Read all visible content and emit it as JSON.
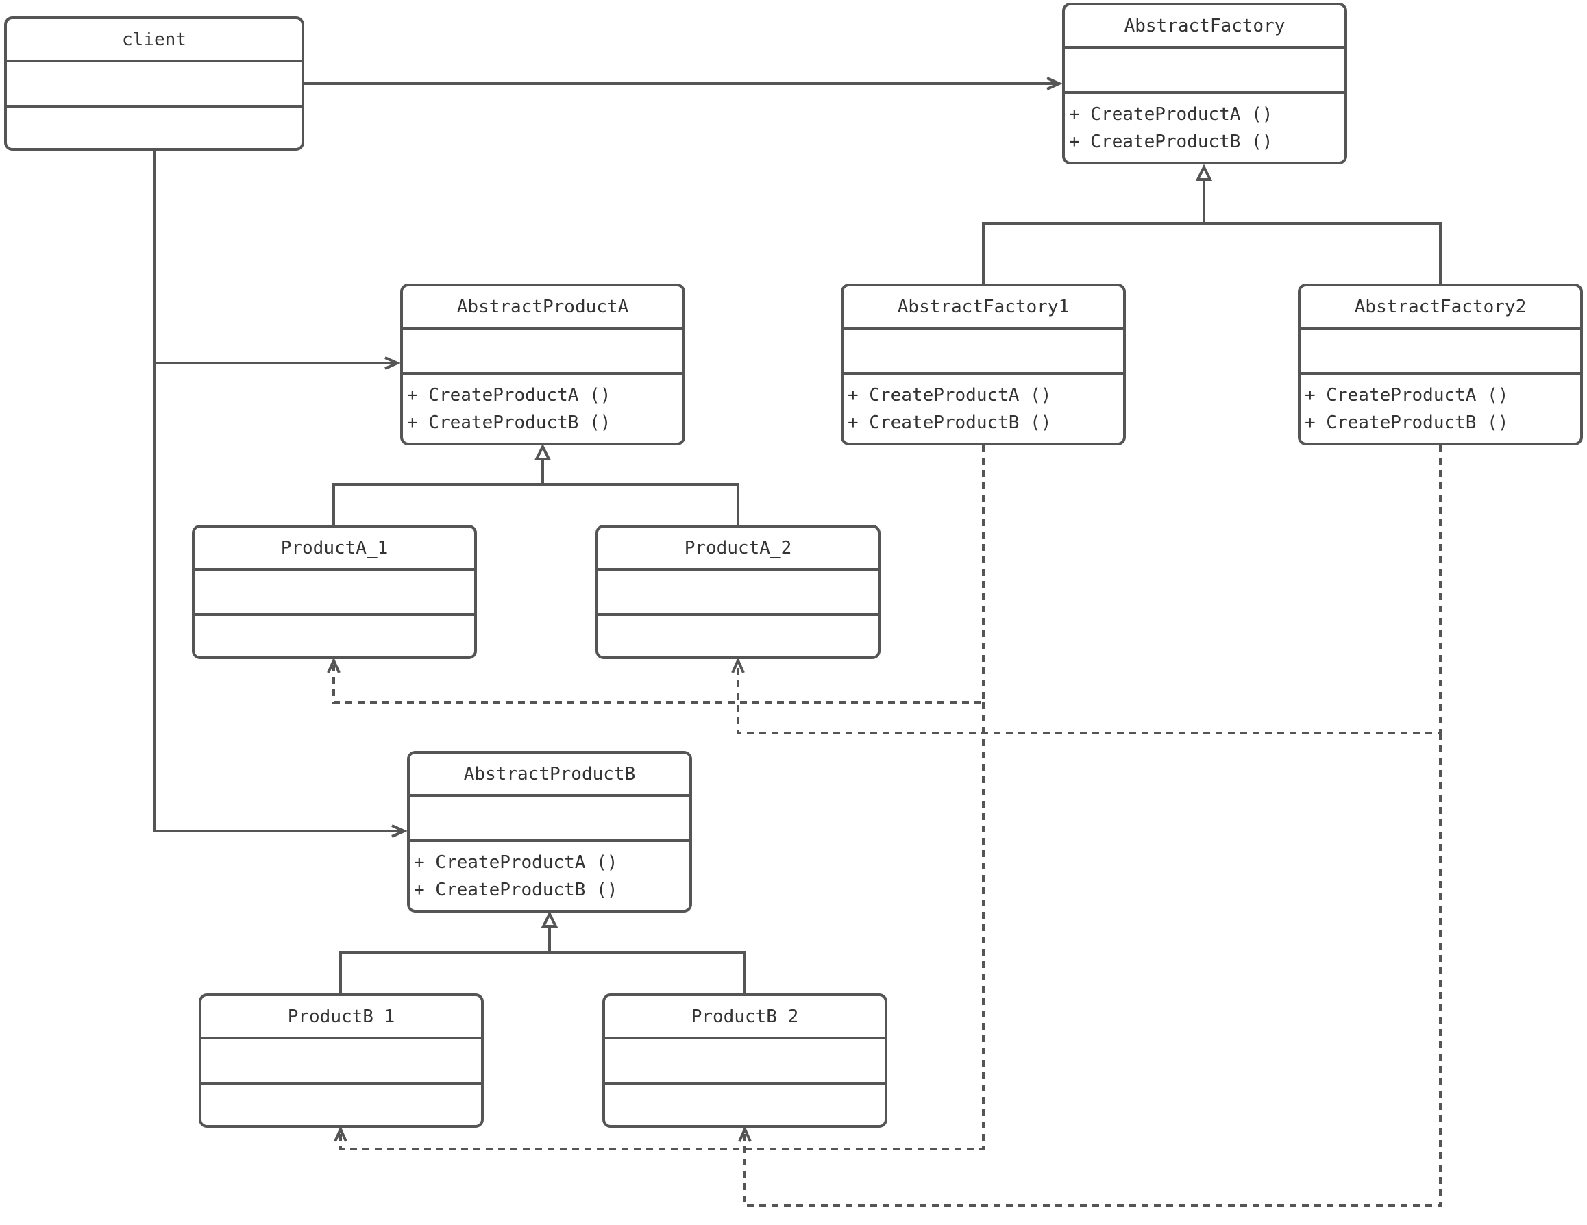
{
  "classes": {
    "client": {
      "name": "client",
      "methods": []
    },
    "abstract_factory": {
      "name": "AbstractFactory",
      "methods": [
        "+ CreateProductA ()",
        "+ CreateProductB ()"
      ]
    },
    "abstract_product_a": {
      "name": "AbstractProductA",
      "methods": [
        "+ CreateProductA ()",
        "+ CreateProductB ()"
      ]
    },
    "abstract_factory1": {
      "name": "AbstractFactory1",
      "methods": [
        "+ CreateProductA ()",
        "+ CreateProductB ()"
      ]
    },
    "abstract_factory2": {
      "name": "AbstractFactory2",
      "methods": [
        "+ CreateProductA ()",
        "+ CreateProductB ()"
      ]
    },
    "product_a_1": {
      "name": "ProductA_1",
      "methods": []
    },
    "product_a_2": {
      "name": "ProductA_2",
      "methods": []
    },
    "abstract_product_b": {
      "name": "AbstractProductB",
      "methods": [
        "+ CreateProductA ()",
        "+ CreateProductB ()"
      ]
    },
    "product_b_1": {
      "name": "ProductB_1",
      "methods": []
    },
    "product_b_2": {
      "name": "ProductB_2",
      "methods": []
    }
  },
  "relations": [
    {
      "type": "association",
      "from": "client",
      "to": "abstract_factory"
    },
    {
      "type": "association",
      "from": "client",
      "to": "abstract_product_a"
    },
    {
      "type": "association",
      "from": "client",
      "to": "abstract_product_b"
    },
    {
      "type": "generalization",
      "from": "abstract_factory1",
      "to": "abstract_factory"
    },
    {
      "type": "generalization",
      "from": "abstract_factory2",
      "to": "abstract_factory"
    },
    {
      "type": "generalization",
      "from": "product_a_1",
      "to": "abstract_product_a"
    },
    {
      "type": "generalization",
      "from": "product_a_2",
      "to": "abstract_product_a"
    },
    {
      "type": "generalization",
      "from": "product_b_1",
      "to": "abstract_product_b"
    },
    {
      "type": "generalization",
      "from": "product_b_2",
      "to": "abstract_product_b"
    },
    {
      "type": "dependency",
      "from": "abstract_factory1",
      "to": "product_a_1"
    },
    {
      "type": "dependency",
      "from": "abstract_factory2",
      "to": "product_a_2"
    },
    {
      "type": "dependency",
      "from": "abstract_factory1",
      "to": "product_b_1"
    },
    {
      "type": "dependency",
      "from": "abstract_factory2",
      "to": "product_b_2"
    }
  ]
}
